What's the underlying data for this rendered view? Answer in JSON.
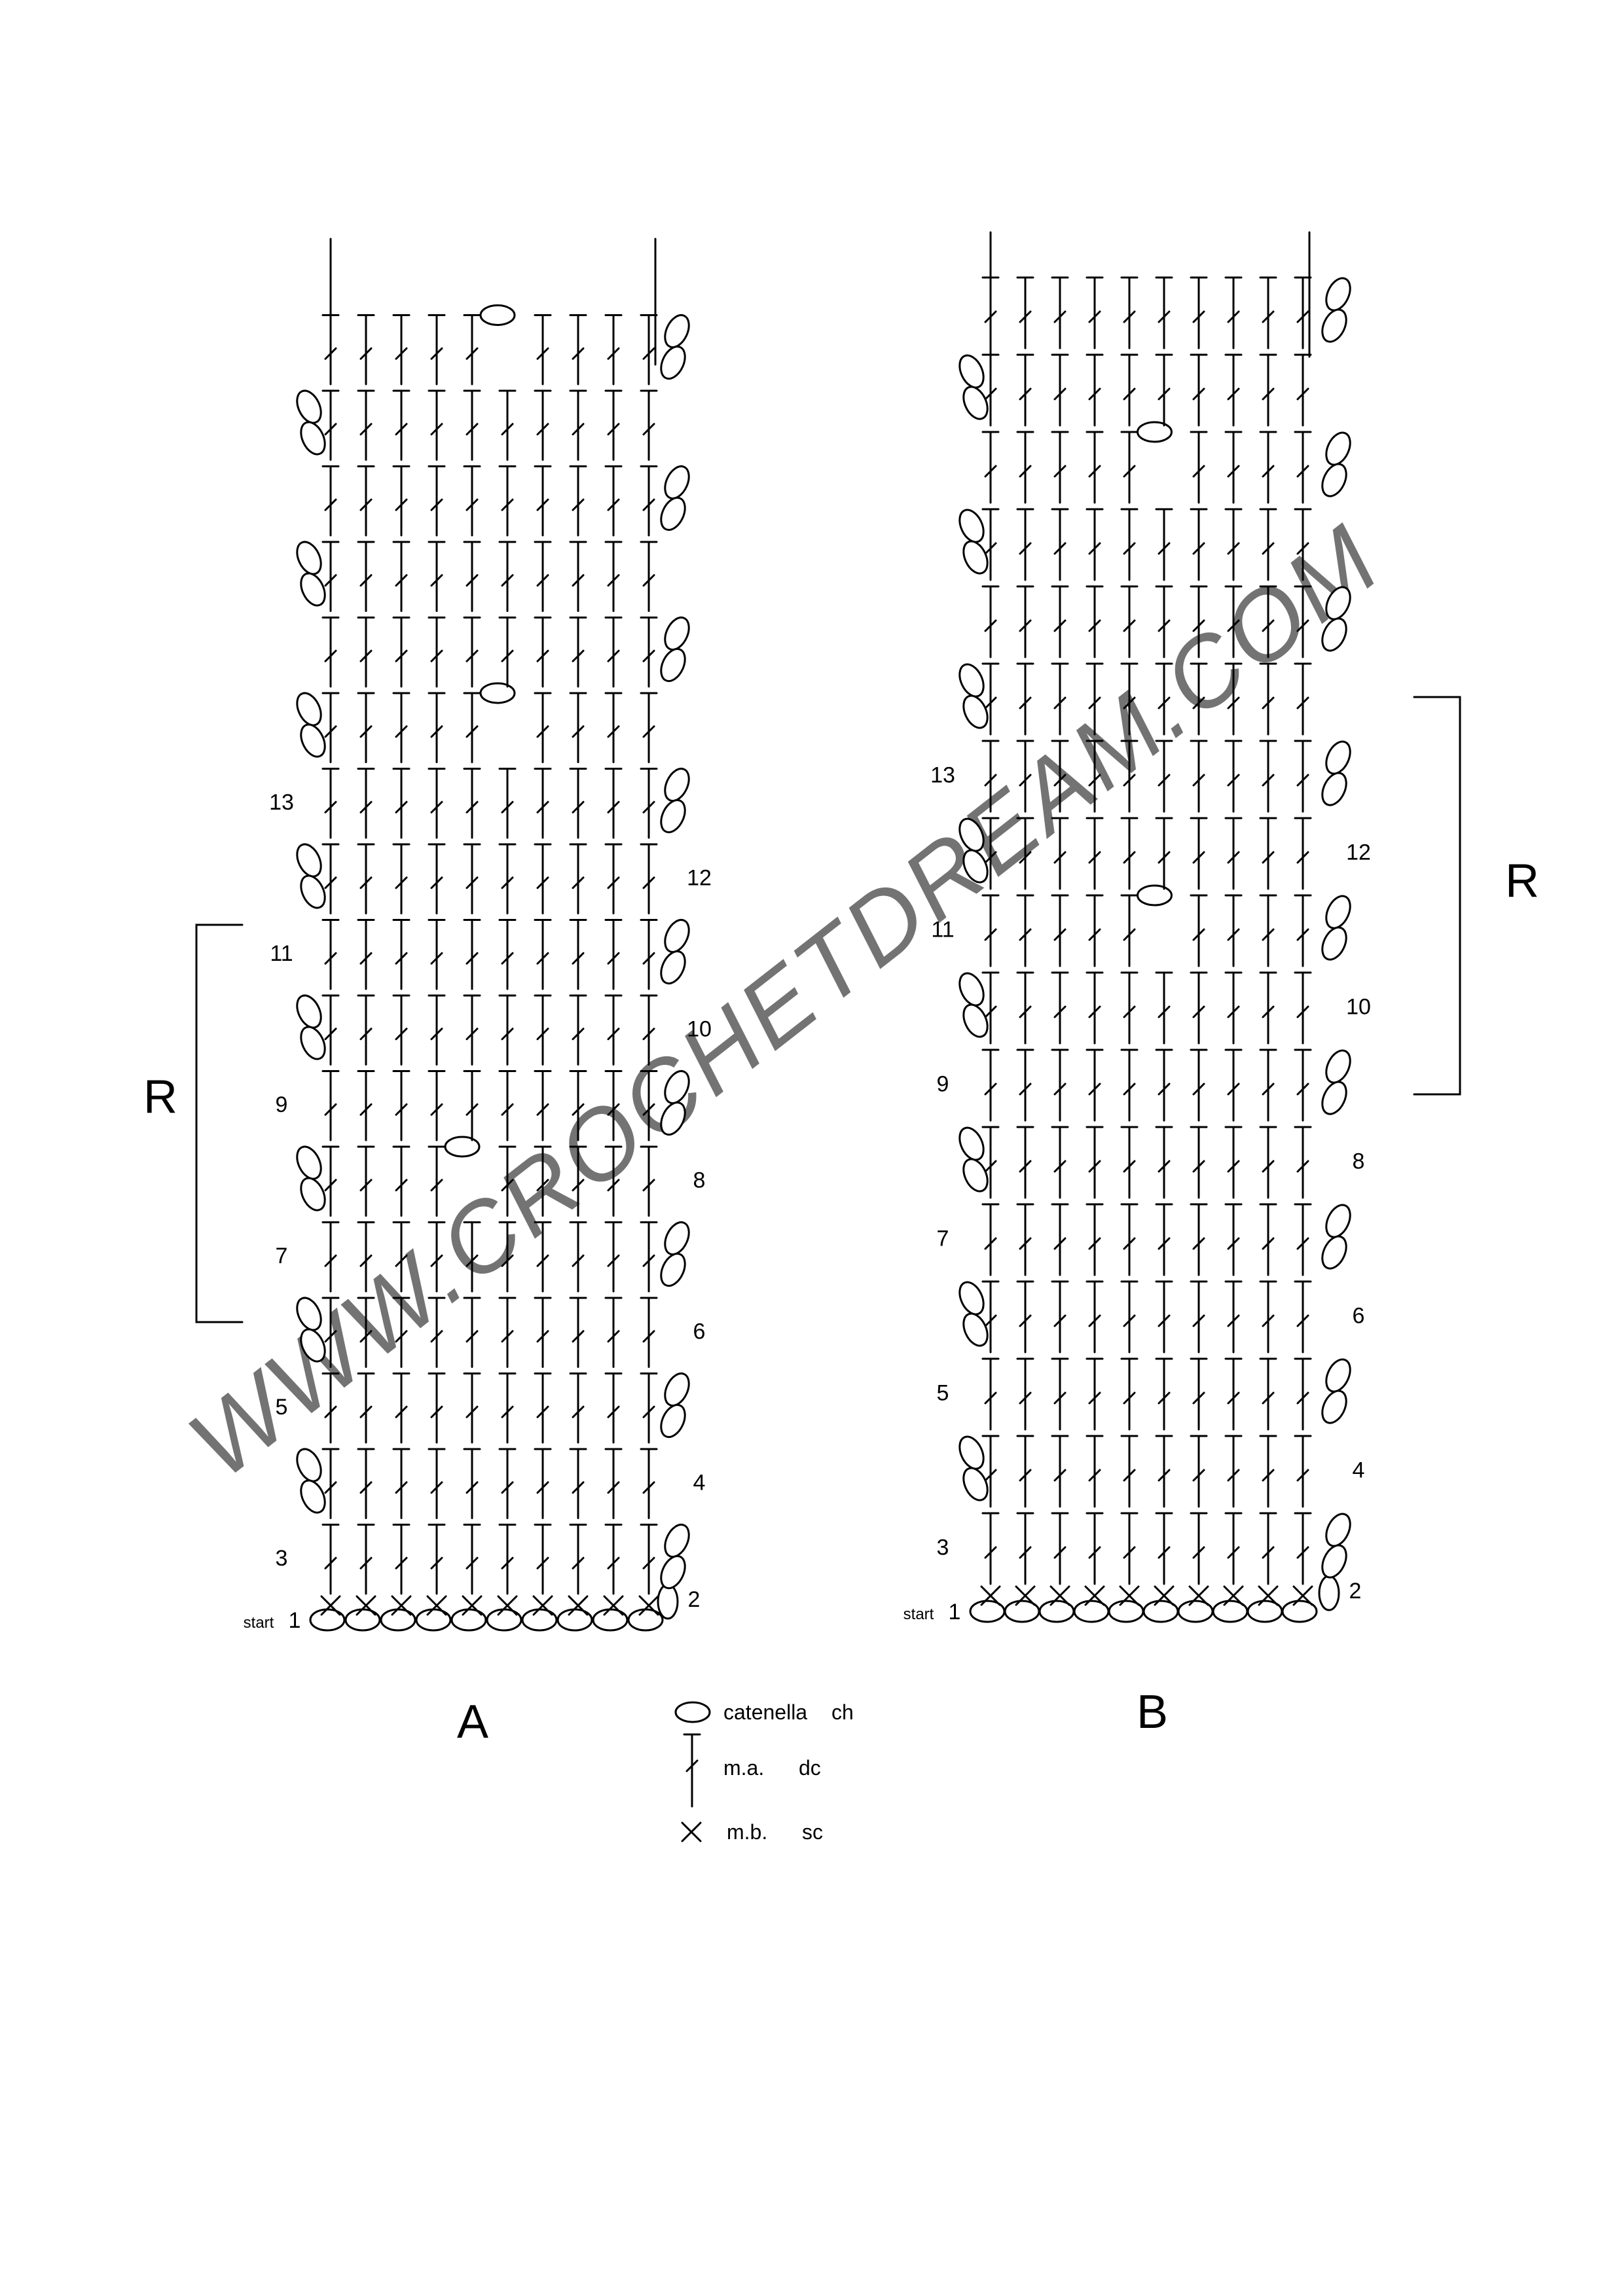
{
  "diagrams": [
    {
      "label": "A",
      "start_label": "start",
      "row_numbers": [
        "1",
        "2",
        "3",
        "4",
        "5",
        "6",
        "7",
        "8",
        "9",
        "10",
        "11",
        "12",
        "13"
      ],
      "repeat_label": "R",
      "stitches_per_row": 10,
      "dc_rows": 17,
      "chain_gaps": [
        {
          "row": 6,
          "after_stitch": 4
        },
        {
          "row": 12,
          "after_stitch": 5
        },
        {
          "row": 17,
          "after_stitch": 5
        }
      ]
    },
    {
      "label": "B",
      "start_label": "start",
      "row_numbers": [
        "1",
        "2",
        "3",
        "4",
        "5",
        "6",
        "7",
        "8",
        "9",
        "10",
        "11",
        "12",
        "13"
      ],
      "repeat_label": "R",
      "stitches_per_row": 10,
      "dc_rows": 17,
      "chain_gaps": [
        {
          "row": 9,
          "after_stitch": 5
        },
        {
          "row": 15,
          "after_stitch": 5
        }
      ]
    }
  ],
  "legend": [
    {
      "symbol": "chain-oval",
      "it": "catenella",
      "en": "ch"
    },
    {
      "symbol": "dc-symbol",
      "it": "m.a.",
      "en": "dc"
    },
    {
      "symbol": "sc-cross",
      "it": "m.b.",
      "en": "sc"
    }
  ],
  "watermark": "WWW.CROCHETDREAM.COM"
}
